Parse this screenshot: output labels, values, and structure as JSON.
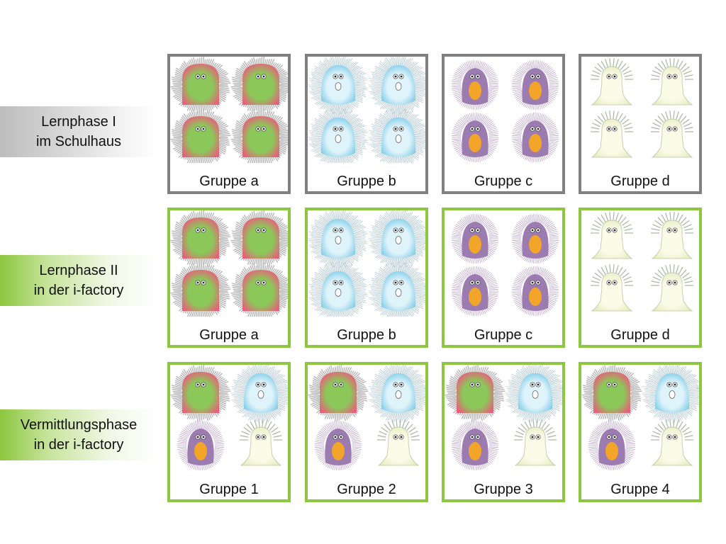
{
  "phases": [
    {
      "line1": "Lernphase I",
      "line2": "im Schulhaus",
      "style": "gray"
    },
    {
      "line1": "Lernphase II",
      "line2": "in der i-factory",
      "style": "green"
    },
    {
      "line1": "Vermittlungsphase",
      "line2": "in der i-factory",
      "style": "green"
    }
  ],
  "rows": [
    {
      "border": "gray",
      "groups": [
        {
          "label": "Gruppe a",
          "creatures": [
            "a",
            "a",
            "a",
            "a"
          ]
        },
        {
          "label": "Gruppe b",
          "creatures": [
            "b",
            "b",
            "b",
            "b"
          ]
        },
        {
          "label": "Gruppe c",
          "creatures": [
            "c",
            "c",
            "c",
            "c"
          ]
        },
        {
          "label": "Gruppe d",
          "creatures": [
            "d",
            "d",
            "d",
            "d"
          ]
        }
      ]
    },
    {
      "border": "green",
      "groups": [
        {
          "label": "Gruppe a",
          "creatures": [
            "a",
            "a",
            "a",
            "a"
          ]
        },
        {
          "label": "Gruppe b",
          "creatures": [
            "b",
            "b",
            "b",
            "b"
          ]
        },
        {
          "label": "Gruppe c",
          "creatures": [
            "c",
            "c",
            "c",
            "c"
          ]
        },
        {
          "label": "Gruppe d",
          "creatures": [
            "d",
            "d",
            "d",
            "d"
          ]
        }
      ]
    },
    {
      "border": "green",
      "groups": [
        {
          "label": "Gruppe 1",
          "creatures": [
            "a",
            "b",
            "c",
            "d"
          ]
        },
        {
          "label": "Gruppe 2",
          "creatures": [
            "a",
            "b",
            "c",
            "d"
          ]
        },
        {
          "label": "Gruppe 3",
          "creatures": [
            "a",
            "b",
            "c",
            "d"
          ]
        },
        {
          "label": "Gruppe 4",
          "creatures": [
            "a",
            "b",
            "c",
            "d"
          ]
        }
      ]
    }
  ],
  "creature_types": {
    "a": {
      "name": "fluffy-creature",
      "body": "#e8607a",
      "inner": "#8cc75a",
      "fur": "#b5b5b5"
    },
    "b": {
      "name": "spiky-blue-creature",
      "body": "#7ccbe8",
      "inner": "#dff3fa",
      "fur": "#9ab5c2"
    },
    "c": {
      "name": "purple-creature",
      "body": "#9b7bb0",
      "inner": "#f3a52a",
      "fur": "#b49ac3"
    },
    "d": {
      "name": "ghost-creature",
      "body": "#e6ecc0",
      "inner": "#fbfbe8",
      "fur": "#a8b8a0"
    }
  }
}
